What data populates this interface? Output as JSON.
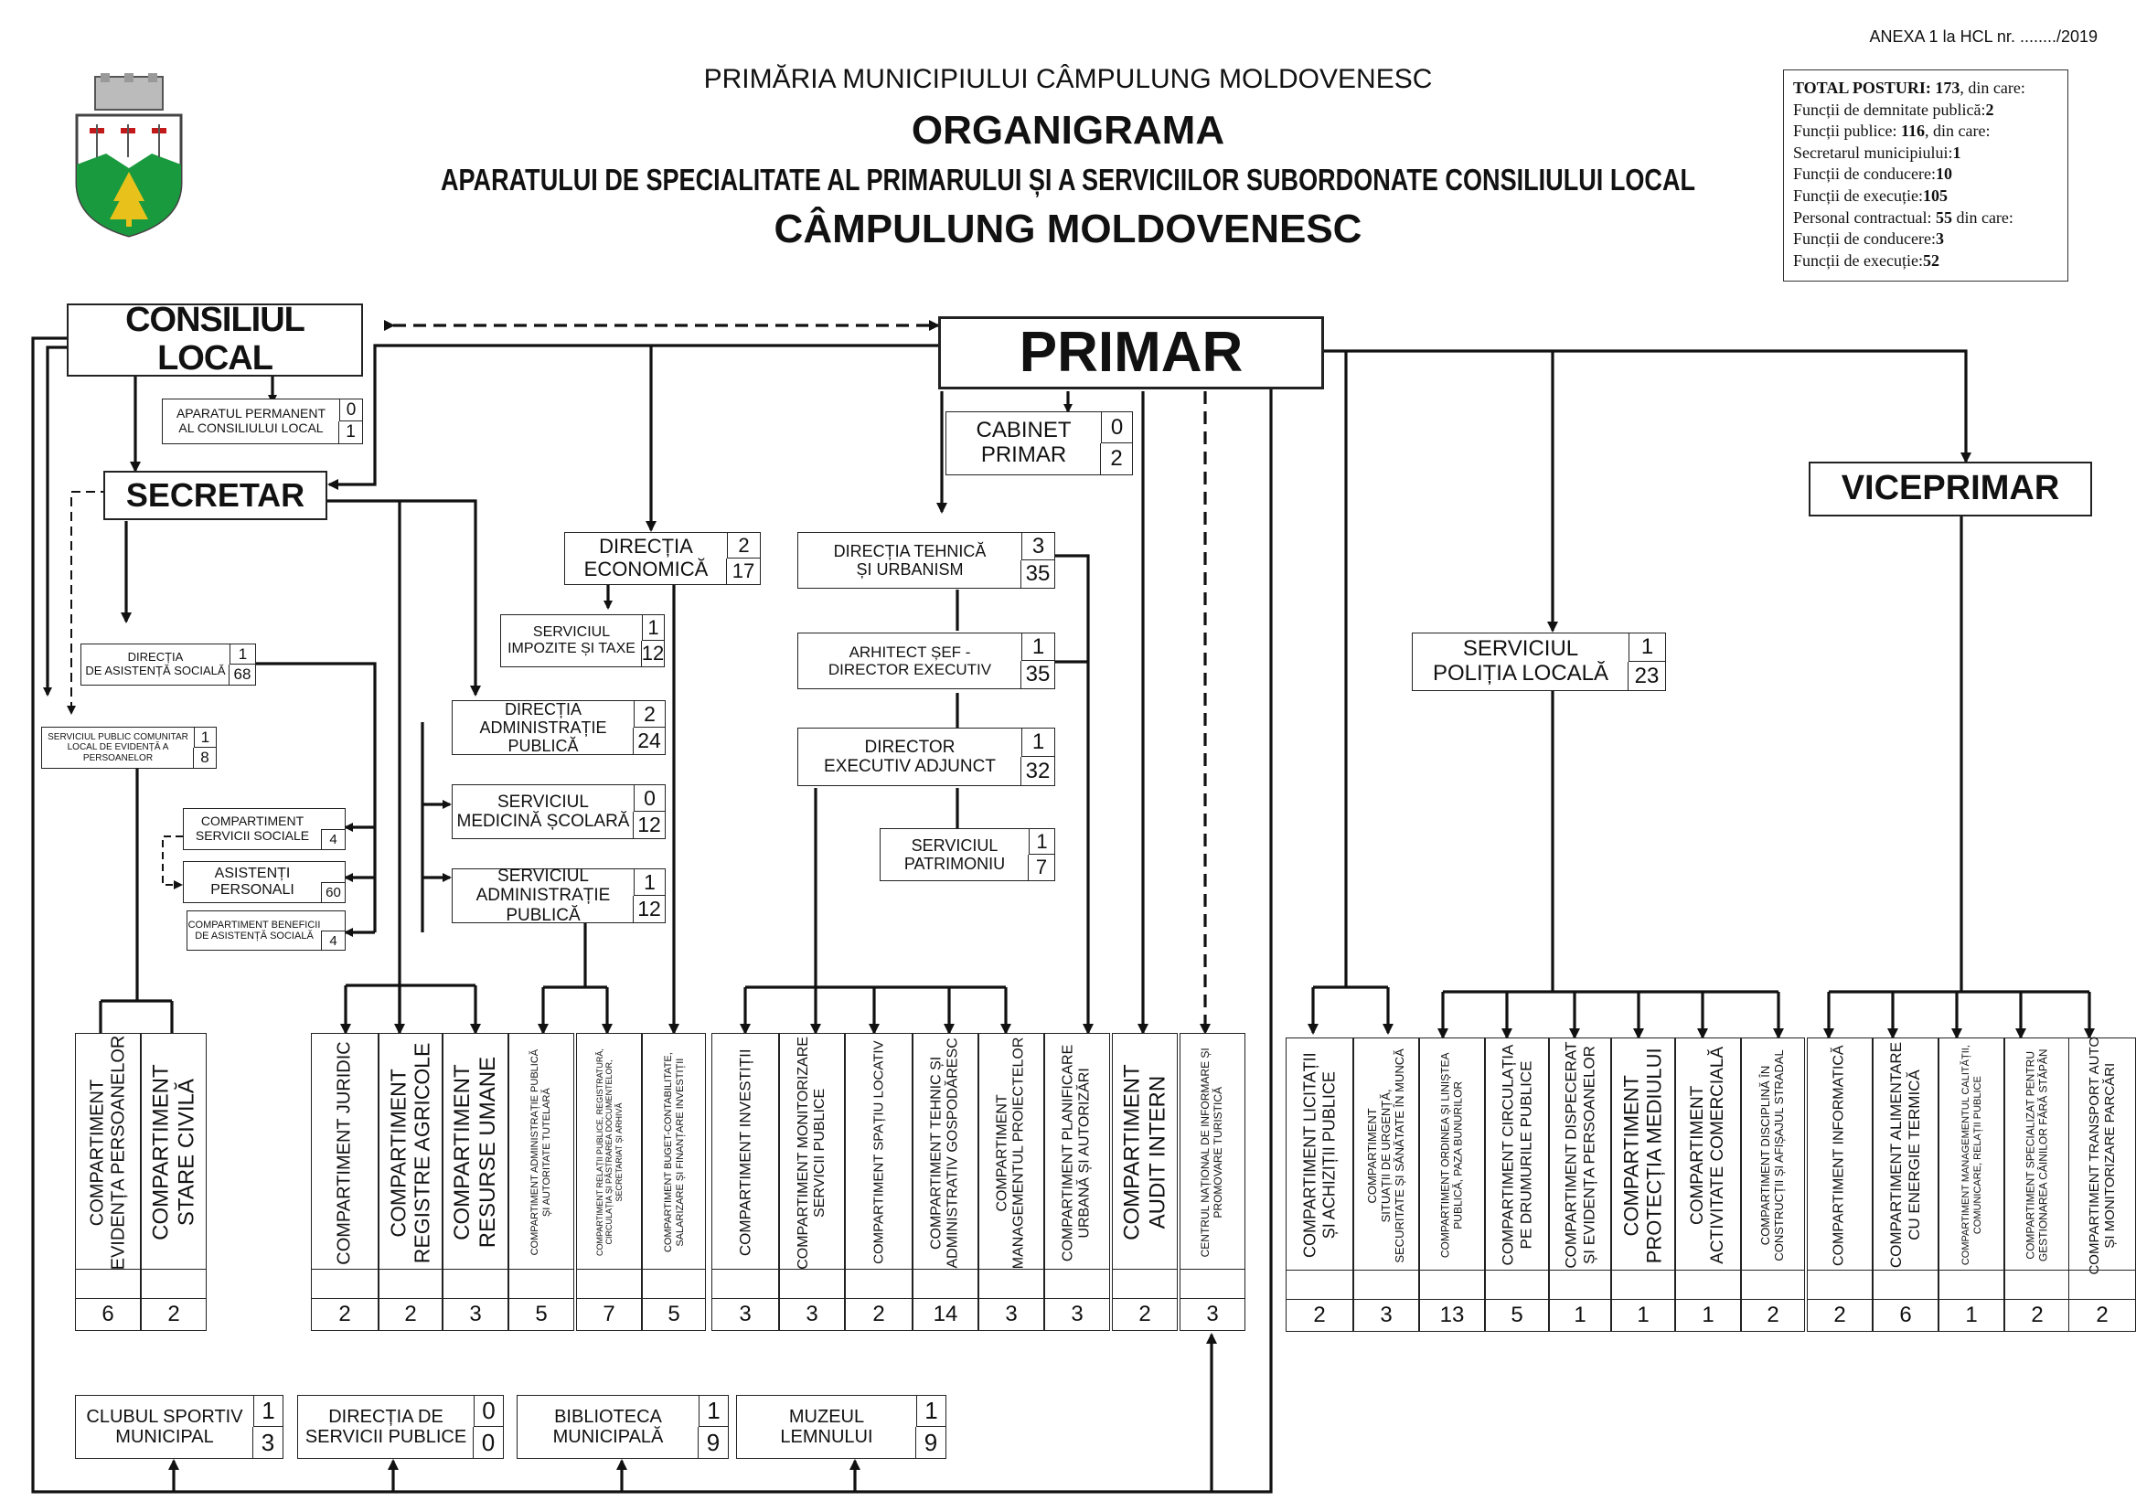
{
  "annex": "ANEXA 1 la HCL nr. ......../2019",
  "header": {
    "line1": "PRIMĂRIA MUNICIPIULUI CÂMPULUNG MOLDOVENESC",
    "line2": "ORGANIGRAMA",
    "line3": "APARATULUI DE SPECIALITATE AL PRIMARULUI ȘI A SERVICIILOR SUBORDONATE CONSILIULUI LOCAL",
    "line4": "CÂMPULUNG MOLDOVENESC"
  },
  "coat_of_arms": "city-coat-of-arms",
  "summary": {
    "total_label": "TOTAL POSTURI:",
    "total_value": "173",
    "total_suffix": ", din care:",
    "demnitate_label": "Funcții de demnitate publică:",
    "demnitate_value": "2",
    "publice_label": "Funcții publice: ",
    "publice_value": "116",
    "publice_suffix": ", din care:",
    "secretar_label": "Secretarul municipiului:",
    "secretar_value": "1",
    "conducere_label": "Funcții de conducere:",
    "conducere_value": "10",
    "executie_label": "Funcții de execuție:",
    "executie_value": "105",
    "contractual_label": "Personal contractual: ",
    "contractual_value": "55",
    "contractual_suffix": " din care:",
    "conducere2_label": "Funcții de conducere:",
    "conducere2_value": "3",
    "executie2_label": "Funcții de execuție:",
    "executie2_value": "52"
  },
  "top": {
    "consiliul": "CONSILIUL LOCAL",
    "primar": "PRIMAR",
    "secretar": "SECRETAR",
    "viceprimar": "VICEPRIMAR"
  },
  "units": {
    "aparatul": {
      "l1": "APARATUL PERMANENT",
      "l2": "AL CONSILIULUI LOCAL",
      "n1": "0",
      "n2": "1"
    },
    "cabinet": {
      "l1": "CABINET",
      "l2": "PRIMAR",
      "n1": "0",
      "n2": "2"
    },
    "dir_economica": {
      "l1": "DIRECȚIA",
      "l2": "ECONOMICĂ",
      "n1": "2",
      "n2": "17"
    },
    "serv_impozite": {
      "l1": "SERVICIUL",
      "l2": "IMPOZITE ȘI TAXE",
      "n1": "1",
      "n2": "12"
    },
    "dir_tehnica": {
      "l1": "DIRECȚIA TEHNICĂ",
      "l2": "ȘI URBANISM",
      "n1": "3",
      "n2": "35"
    },
    "arhitect": {
      "l1": "ARHITECT ȘEF -",
      "l2": "DIRECTOR EXECUTIV",
      "n1": "1",
      "n2": "35"
    },
    "director_adj": {
      "l1": "DIRECTOR",
      "l2": "EXECUTIV ADJUNCT",
      "n1": "1",
      "n2": "32"
    },
    "serv_patrimoniu": {
      "l1": "SERVICIUL",
      "l2": "PATRIMONIU",
      "n1": "1",
      "n2": "7"
    },
    "dir_asistenta": {
      "l1": "DIRECȚIA",
      "l2": "DE ASISTENȚĂ SOCIALĂ",
      "n1": "1",
      "n2": "68"
    },
    "spclep": {
      "l1": "SERVICIUL PUBLIC COMUNITAR",
      "l2": "LOCAL DE EVIDENȚĂ A PERSOANELOR",
      "n1": "1",
      "n2": "8"
    },
    "dir_admin": {
      "l1": "DIRECȚIA",
      "l2": "ADMINISTRAȚIE PUBLICĂ",
      "n1": "2",
      "n2": "24"
    },
    "serv_medicina": {
      "l1": "SERVICIUL",
      "l2": "MEDICINĂ ȘCOLARĂ",
      "n1": "0",
      "n2": "12"
    },
    "serv_admin": {
      "l1": "SERVICIUL",
      "l2": "ADMINISTRAȚIE PUBLICĂ",
      "n1": "1",
      "n2": "12"
    },
    "comp_servicii_sociale": {
      "l1": "COMPARTIMENT",
      "l2": "SERVICII SOCIALE",
      "n": "4"
    },
    "asistenti": {
      "l1": "ASISTENȚI",
      "l2": "PERSONALI",
      "n": "60"
    },
    "comp_beneficii": {
      "l1": "COMPARTIMENT BENEFICII",
      "l2": "DE ASISTENȚĂ SOCIALĂ",
      "n": "4"
    },
    "politia": {
      "l1": "SERVICIUL",
      "l2": "POLIȚIA LOCALĂ",
      "n1": "1",
      "n2": "23"
    }
  },
  "compartments": [
    {
      "label": "COMPARTIMENT\nEVIDENȚA PERSOANELOR",
      "count": "6"
    },
    {
      "label": "COMPARTIMENT\nSTARE CIVILĂ",
      "count": "2"
    },
    {
      "label": "COMPARTIMENT JURIDIC",
      "count": "2"
    },
    {
      "label": "COMPARTIMENT\nREGISTRE AGRICOLE",
      "count": "2"
    },
    {
      "label": "COMPARTIMENT\nRESURSE UMANE",
      "count": "3"
    },
    {
      "label": "COMPARTIMENT ADMINISTRAȚIE PUBLICĂ\nȘI AUTORITATE TUTELARĂ",
      "count": "5"
    },
    {
      "label": "COMPARTIMENT RELAȚII PUBLICE, REGISTRATURĂ,\nCIRCULAȚIA ȘI PĂSTRAREA DOCUMENTELOR,\nSECRETARIAT ȘI ARHIVĂ",
      "count": "7"
    },
    {
      "label": "COMPARTIMENT BUGET-CONTABILITATE,\nSALARIZARE ȘI FINANȚARE INVESTIȚII",
      "count": "5"
    },
    {
      "label": "COMPARTIMENT INVESTIȚII",
      "count": "3"
    },
    {
      "label": "COMPARTIMENT MONITORIZARE\nSERVICII PUBLICE",
      "count": "3"
    },
    {
      "label": "COMPARTIMENT SPAȚIU LOCATIV",
      "count": "2"
    },
    {
      "label": "COMPARTIMENT TEHNIC ȘI\nADMINISTRATIV GOSPODĂRESC",
      "count": "14"
    },
    {
      "label": "COMPARTIMENT\nMANAGEMENTUL PROIECTELOR",
      "count": "3"
    },
    {
      "label": "COMPARTIMENT PLANIFICARE\nURBANĂ ȘI AUTORIZĂRI",
      "count": "3"
    },
    {
      "label": "COMPARTIMENT\nAUDIT INTERN",
      "count": "2"
    },
    {
      "label": "CENTRUL NAȚIONAL DE INFORMARE ȘI\nPROMOVARE TURISTICĂ",
      "count": "3"
    },
    {
      "label": "COMPARTIMENT LICITAȚII\nȘI ACHIZIȚII PUBLICE",
      "count": "2"
    },
    {
      "label": "COMPARTIMENT\nSITUAȚII DE URGENȚĂ,\nSECURITATE ȘI SĂNĂTATE ÎN MUNCĂ",
      "count": "3"
    },
    {
      "label": "COMPARTIMENT ORDINEA ȘI LINIȘTEA\nPUBLICĂ, PAZA BUNURILOR",
      "count": "13"
    },
    {
      "label": "COMPARTIMENT CIRCULAȚIA\nPE DRUMURILE PUBLICE",
      "count": "5"
    },
    {
      "label": "COMPARTIMENT DISPECERAT\nȘI EVIDENȚA PERSOANELOR",
      "count": "1"
    },
    {
      "label": "COMPARTIMENT\nPROTECȚIA MEDIULUI",
      "count": "1"
    },
    {
      "label": "COMPARTIMENT\nACTIVITATE COMERCIALĂ",
      "count": "1"
    },
    {
      "label": "COMPARTIMENT DISCIPLINĂ ÎN\nCONSTRUCȚII ȘI AFIȘAJUL STRADAL",
      "count": "2"
    },
    {
      "label": "COMPARTIMENT INFORMATICĂ",
      "count": "2"
    },
    {
      "label": "COMPARTIMENT ALIMENTARE\nCU ENERGIE TERMICĂ",
      "count": "6"
    },
    {
      "label": "COMPARTIMENT MANAGEMENTUL CALITĂȚII,\nCOMUNICARE, RELAȚII PUBLICE",
      "count": "1"
    },
    {
      "label": "COMPARTIMENT SPECIALIZAT PENTRU\nGESTIONAREA CÂINILOR FĂRĂ STĂPÂN",
      "count": "2"
    },
    {
      "label": "COMPARTIMENT TRANSPORT AUTO\nȘI MONITORIZARE PARCĂRI",
      "count": "2"
    }
  ],
  "bottom": [
    {
      "l1": "CLUBUL SPORTIV",
      "l2": "MUNICIPAL",
      "n1": "1",
      "n2": "3"
    },
    {
      "l1": "DIRECȚIA DE",
      "l2": "SERVICII PUBLICE",
      "n1": "0",
      "n2": "0"
    },
    {
      "l1": "BIBLIOTECA",
      "l2": "MUNICIPALĂ",
      "n1": "1",
      "n2": "9"
    },
    {
      "l1": "MUZEUL",
      "l2": "LEMNULUI",
      "n1": "1",
      "n2": "9"
    }
  ]
}
